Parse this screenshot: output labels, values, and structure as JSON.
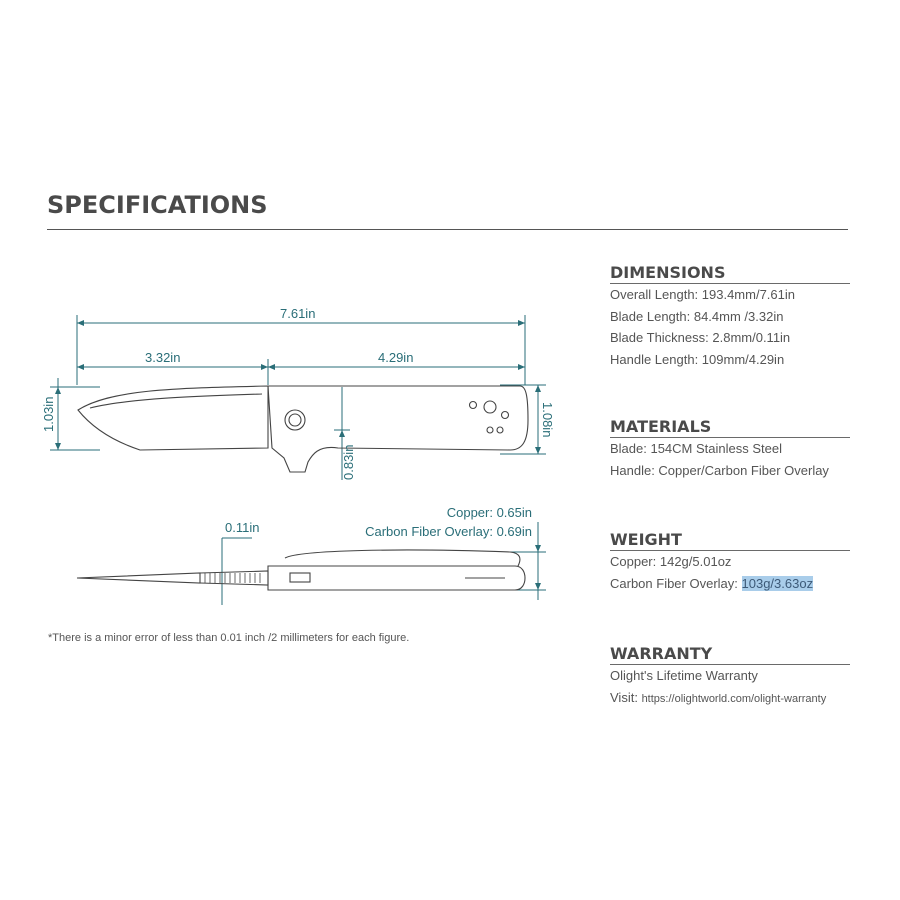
{
  "page": {
    "title": "SPECIFICATIONS",
    "footnote": "*There is a minor error of less than 0.01 inch /2 millimeters for each figure."
  },
  "diagram": {
    "overall_length": "7.61in",
    "blade_length": "3.32in",
    "handle_length": "4.29in",
    "blade_height": "1.03in",
    "handle_height": "1.08in",
    "handle_depth": "0.83in",
    "blade_thickness": "0.11in",
    "copper_thickness": "Copper: 0.65in",
    "carbon_thickness": "Carbon Fiber Overlay: 0.69in"
  },
  "specs": {
    "dimensions": {
      "heading": "DIMENSIONS",
      "lines": [
        "Overall Length: 193.4mm/7.61in",
        "Blade Length: 84.4mm /3.32in",
        "Blade Thickness: 2.8mm/0.11in",
        "Handle Length: 109mm/4.29in"
      ]
    },
    "materials": {
      "heading": "MATERIALS",
      "lines": [
        "Blade: 154CM Stainless Steel",
        "Handle: Copper/Carbon Fiber Overlay"
      ]
    },
    "weight": {
      "heading": "WEIGHT",
      "copper": "Copper: 142g/5.01oz",
      "carbon_label": "Carbon Fiber Overlay: ",
      "carbon_value": "103g/3.63oz"
    },
    "warranty": {
      "heading": "WARRANTY",
      "line": "Olight's Lifetime Warranty",
      "visit_label": "Visit: ",
      "url": "https://olightworld.com/olight-warranty"
    }
  },
  "colors": {
    "dimension": "#2a6e78",
    "knife_outline": "#444444",
    "highlight": "#a9cdea"
  }
}
